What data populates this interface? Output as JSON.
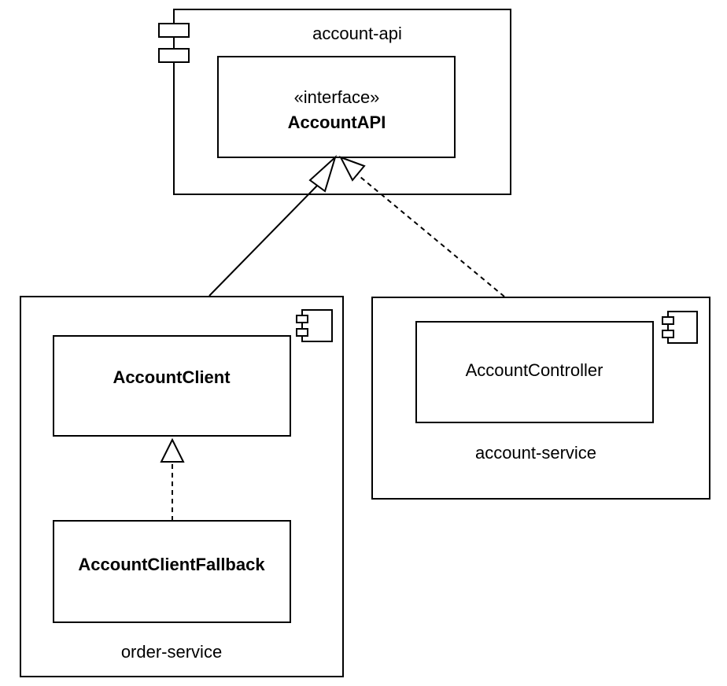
{
  "account_api": {
    "title": "account-api",
    "interface": {
      "stereotype": "«interface»",
      "name": "AccountAPI"
    }
  },
  "order_service": {
    "title": "order-service",
    "client": "AccountClient",
    "fallback": "AccountClientFallback"
  },
  "account_service": {
    "title": "account-service",
    "controller": "AccountController"
  },
  "colors": {
    "stroke": "#000000",
    "background": "#ffffff"
  }
}
